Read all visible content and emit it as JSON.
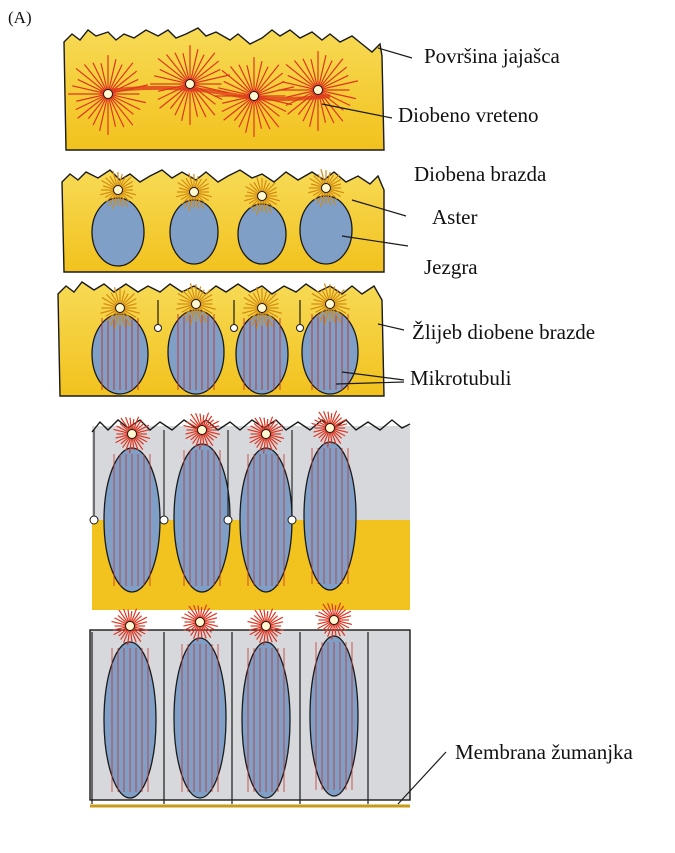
{
  "figure": {
    "panel_label": "(A)",
    "callouts": [
      "Površina jajašca",
      "Diobeno vreteno",
      "Diobena brazda",
      "Aster",
      "Jezgra",
      "Žlijeb diobene brazde",
      "Mikrotubuli",
      "Membrana žumanjka"
    ],
    "colors": {
      "yolk": "#f2c21e",
      "yolk_light": "#f7da55",
      "nucleus": "#7f9fc6",
      "aster_yellow": "#d48a10",
      "aster_red": "#e0341f",
      "microtubule_red": "#c4322a",
      "membrane_grey": "#d6d8dc",
      "outline": "#1a1a1a"
    }
  }
}
